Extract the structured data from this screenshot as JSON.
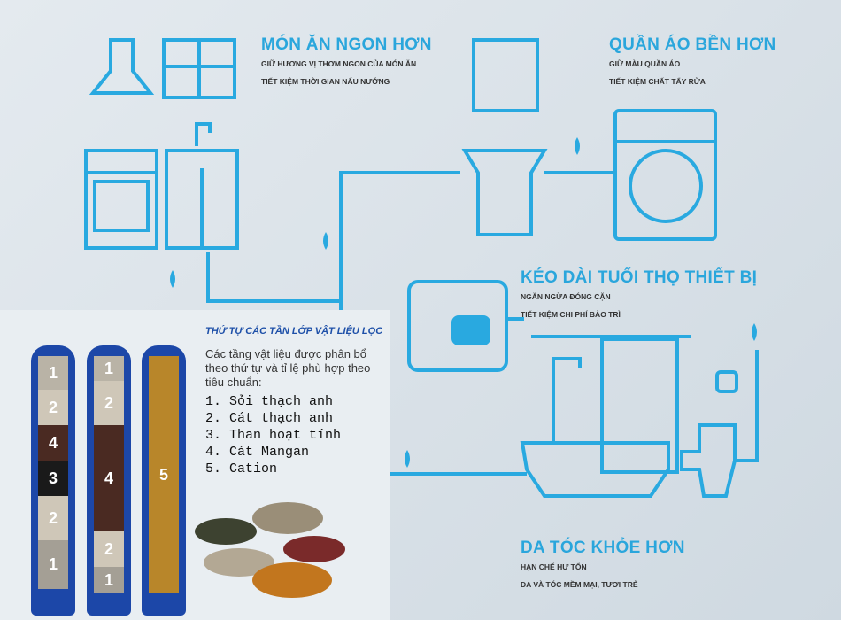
{
  "sections": [
    {
      "title": "MÓN ĂN NGON HƠN",
      "lines": [
        "GIỮ HƯƠNG VỊ THƠM NGON CỦA MÓN ĂN",
        "TIẾT KIỆM THỜI GIAN NẤU NƯỚNG"
      ]
    },
    {
      "title": "QUẦN ÁO BỀN HƠN",
      "lines": [
        "GIỮ MÀU QUẦN ÁO",
        "TIẾT KIỆM CHẤT TẨY RỬA"
      ]
    },
    {
      "title": "KÉO DÀI TUỔI THỌ THIẾT BỊ",
      "lines": [
        "NGĂN NGỪA ĐÓNG CẶN",
        "TIẾT KIỆM CHI PHÍ BẢO TRÌ"
      ]
    },
    {
      "title": "DA TÓC KHỎE HƠN",
      "lines": [
        "HẠN CHẾ HƯ TỔN",
        "DA VÀ TÓC MỀM MẠI, TƯƠI TRẺ"
      ]
    }
  ],
  "filter": {
    "title": "THỨ TỰ CÁC TẦN LỚP VẬT LIỆU LỌC",
    "description": "Các tầng vật liệu được phân bổ theo thứ tự và tỉ lệ phù hợp theo tiêu chuẩn:",
    "items": [
      "1. Sỏi thạch anh",
      "2. Cát thạch anh",
      "3. Than hoạt tính",
      "4. Cát Mangan",
      "5. Cation"
    ]
  },
  "tanks": [
    {
      "layers": [
        "1",
        "2",
        "4",
        "3",
        "2",
        "1"
      ]
    },
    {
      "layers": [
        "1",
        "2",
        "4",
        "2",
        "1"
      ]
    },
    {
      "layers": [
        "5"
      ]
    }
  ],
  "colors": {
    "accent": "#2aa6dc",
    "title_blue": "#1d4fa8",
    "tank": "#1c47a8"
  }
}
